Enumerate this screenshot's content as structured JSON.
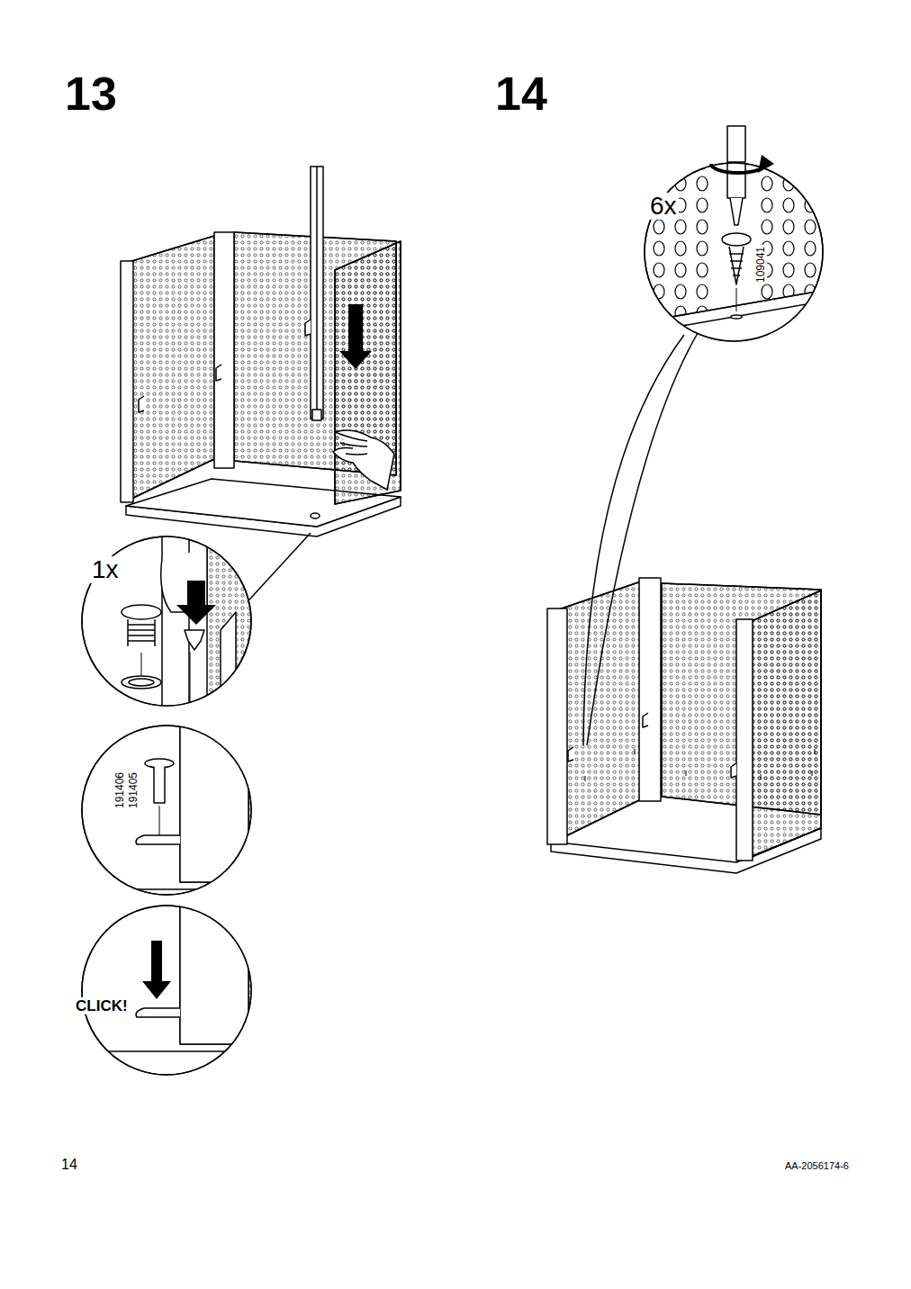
{
  "diagram": {
    "labels": [
      "13",
      "14",
      "1x",
      "191406",
      "191405",
      "CLICK!",
      "6x",
      "109041",
      "14",
      "AA-2056174-6"
    ]
  }
}
